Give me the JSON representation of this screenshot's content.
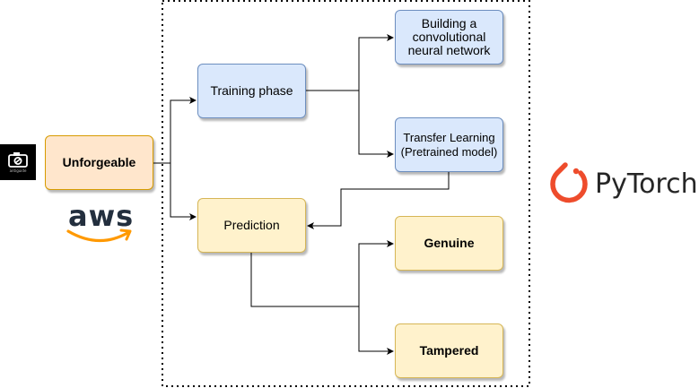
{
  "nodes": {
    "unforgeable": "Unforgeable",
    "training_phase": "Training phase",
    "prediction": "Prediction",
    "cnn": "Building a\nconvolutional\nneural network",
    "transfer_learning": "Transfer Learning\n(Pretrained model)",
    "genuine": "Genuine",
    "tampered": "Tampered"
  },
  "logos": {
    "camera": "camera-logo",
    "camera_caption": "antiguide",
    "aws": "aws",
    "pytorch": "PyTorch"
  },
  "colors": {
    "blue_fill": "#dae8fc",
    "blue_stroke": "#6c8ebf",
    "orange_fill": "#ffe6cc",
    "orange_stroke": "#d79b00",
    "yellow_fill": "#fff2cc",
    "yellow_stroke": "#d6b656",
    "aws_orange": "#ff9900",
    "pytorch_red": "#ee4c2c"
  }
}
